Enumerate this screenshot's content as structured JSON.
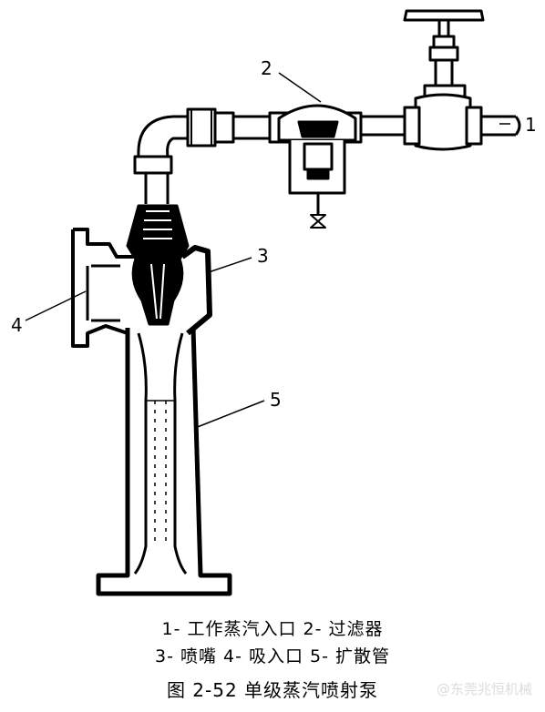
{
  "callouts": [
    "1",
    "2",
    "3",
    "4",
    "5"
  ],
  "legend": {
    "line1": "1- 工作蒸汽入口 2- 过滤器",
    "line2": "3- 喷嘴 4- 吸入口 5- 扩散管"
  },
  "figure_caption": "图 2-52 单级蒸汽喷射泵",
  "watermark": "@东莞兆恒机械",
  "colors": {
    "line": "#000000",
    "background": "#ffffff"
  }
}
